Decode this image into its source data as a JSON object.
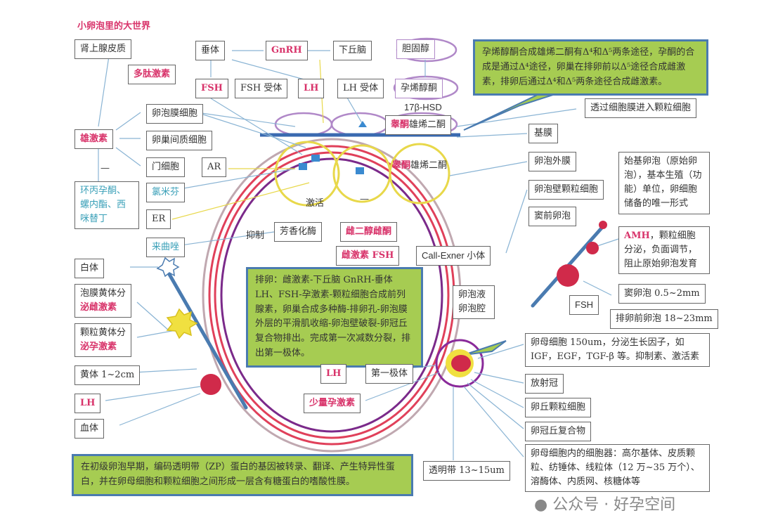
{
  "title": "小卵泡里的大世界",
  "left": {
    "adrenal": "肾上腺皮质",
    "androgen": "雄激素",
    "theca": "卵泡膜细胞",
    "interstitial": "卵巢间质细胞",
    "hilus": "门细胞",
    "ar": "AR",
    "drugs": "环丙孕酮、螺内酯、西咪替丁",
    "minus": "—",
    "clomiphene": "氯米芬",
    "er": "ER",
    "letrozole": "来曲唑",
    "white_body": "白体",
    "luteal_theca": "泡膜黄体分",
    "luteal_theca_red": "泌雌激素",
    "luteal_gran": "颗粒黄体分",
    "luteal_gran_red": "泌孕激素",
    "corpus_luteum": "黄体 1~2cm",
    "lh": "LH",
    "blood_body": "血体"
  },
  "top": {
    "pituitary": "垂体",
    "gnrh": "GnRH",
    "hypothalamus": "下丘脑",
    "cholesterol": "胆固醇",
    "peptide": "多肽激素",
    "fsh": "FSH",
    "fsh_receptor": "FSH 受体",
    "lh": "LH",
    "lh_receptor": "LH 受体",
    "pregnenolone": "孕烯醇酮",
    "hsd": "17β-HSD",
    "androstenedione1_red": "睾酮",
    "androstenedione1": "雄烯二酮",
    "androstenedione2_red": "睾酮",
    "androstenedione2": "雄烯二酮"
  },
  "center": {
    "activate": "激活",
    "inhibit": "抑制",
    "minus": "—",
    "aromatase": "芳香化酶",
    "estradiol": "雌二醇雌酮",
    "estrogen_fsh": "雌激素 FSH",
    "call_exner": "Call-Exner 小体",
    "antrum": "卵泡液卵泡腔",
    "lh2": "LH",
    "polar_body": "第一极体",
    "little_progesterone": "少量孕激素",
    "zona": "透明带 13~15um"
  },
  "notes": {
    "steroid": "孕烯醇酮合成雄烯二酮有Δ⁴和Δ⁵两条途径，孕酮的合成是通过Δ⁴途径，卵巢在排卵前以Δ⁵途径合成雌激素，排卵后通过Δ⁴和Δ⁵两条途径合成雌激素。",
    "ovulation": "排卵：雌激素-下丘脑 GnRH-垂体 LH、FSH-孕激素-颗粒细胞合成前列腺素，卵巢合成多种酶-排卵孔-卵泡膜外层的平滑肌收缩-卵泡壁破裂-卵冠丘复合物排出。完成第一次减数分裂，排出第一极体。",
    "zp": "在初级卵泡早期，编码透明带（ZP）蛋白的基因被转录、翻译、产生特异性蛋白，并在卵母细胞和颗粒细胞之间形成一层含有糖蛋白的嗜酸性膜。"
  },
  "right": {
    "membrane": "透过细胞膜进入颗粒细胞",
    "basement": "基膜",
    "theca_ext": "卵泡外膜",
    "mural": "卵泡壁颗粒细胞",
    "primordial": "始基卵泡（原始卵泡），基本生殖（功能）单位，卵细胞储备的唯一形式",
    "preantral": "窦前卵泡",
    "amh_red": "AMH",
    "amh": "，颗粒细胞分泌，负面调节，阻止原始卵泡发育",
    "antral": "窦卵泡 0.5~2mm",
    "fsh": "FSH",
    "preovulatory": "排卵前卵泡 18~23mm",
    "oocyte": "卵母细胞 150um，分泌生长因子，如 IGF，EGF，TGF-β 等。抑制素、激活素",
    "corona": "放射冠",
    "cumulus": "卵丘颗粒细胞",
    "coc": "卵冠丘复合物",
    "organelles": "卵母细胞内的细胞器：高尔基体、皮质颗粒、纺锤体、线粒体（12 万~35 万个）、溶酶体、内质网、核糖体等"
  },
  "watermark": "公众号 · 好孕空间"
}
